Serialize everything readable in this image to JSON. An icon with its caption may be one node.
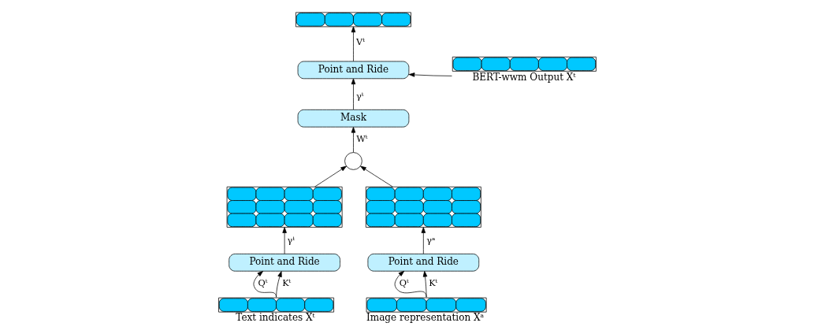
{
  "diagram": {
    "nodes": [
      {
        "text": [],
        "shape": "bar"
      },
      {
        "text": [],
        "shape": "bar",
        "beside": [
          "BERT-wwm Output Xᵗ"
        ]
      },
      {
        "text": [
          "Point and Ride"
        ]
      },
      {
        "text": [
          "Mask"
        ]
      },
      {
        "text": [],
        "shape": "circle"
      },
      {
        "text": [],
        "shape": "box"
      },
      {
        "text": [],
        "shape": "box"
      },
      {
        "text": [
          "Point and Ride"
        ]
      },
      {
        "text": [
          "Point and Ride"
        ]
      },
      {
        "text": [],
        "shape": "bar",
        "beside": [
          "Text indicates Xᵗ"
        ]
      },
      {
        "text": [],
        "shape": "bar",
        "beside": [
          "Image representation Xᵃ"
        ]
      }
    ],
    "edges": [
      {
        "from": 1,
        "to": 2,
        "arrow": "to"
      },
      {
        "from": 2,
        "to": 0,
        "arrow": "to",
        "label": "Vᵗ"
      },
      {
        "from": 3,
        "to": 2,
        "arrow": "to",
        "label": "γᵗ"
      },
      {
        "from": 4,
        "to": 3,
        "arrow": "to",
        "label": "Wᵗ"
      },
      {
        "from": 5,
        "to": 4,
        "arrow": "to"
      },
      {
        "from": 6,
        "to": 4,
        "arrow": "to"
      },
      {
        "from": 7,
        "to": 5,
        "arrow": "to",
        "label": "γᵗ"
      },
      {
        "from": 8,
        "to": 6,
        "arrow": "to",
        "label": "γᵃ"
      },
      {
        "from": 9,
        "to": 7,
        "arrow": "to",
        "label": "Qᵗ"
      },
      {
        "from": 9,
        "to": 7,
        "arrow": "to",
        "label": "Kᵗ"
      },
      {
        "from": 10,
        "to": 8,
        "arrow": "to",
        "label": "Qᵗ"
      },
      {
        "from": 10,
        "to": 8,
        "arrow": "to",
        "label": "Kᵗ"
      }
    ]
  }
}
